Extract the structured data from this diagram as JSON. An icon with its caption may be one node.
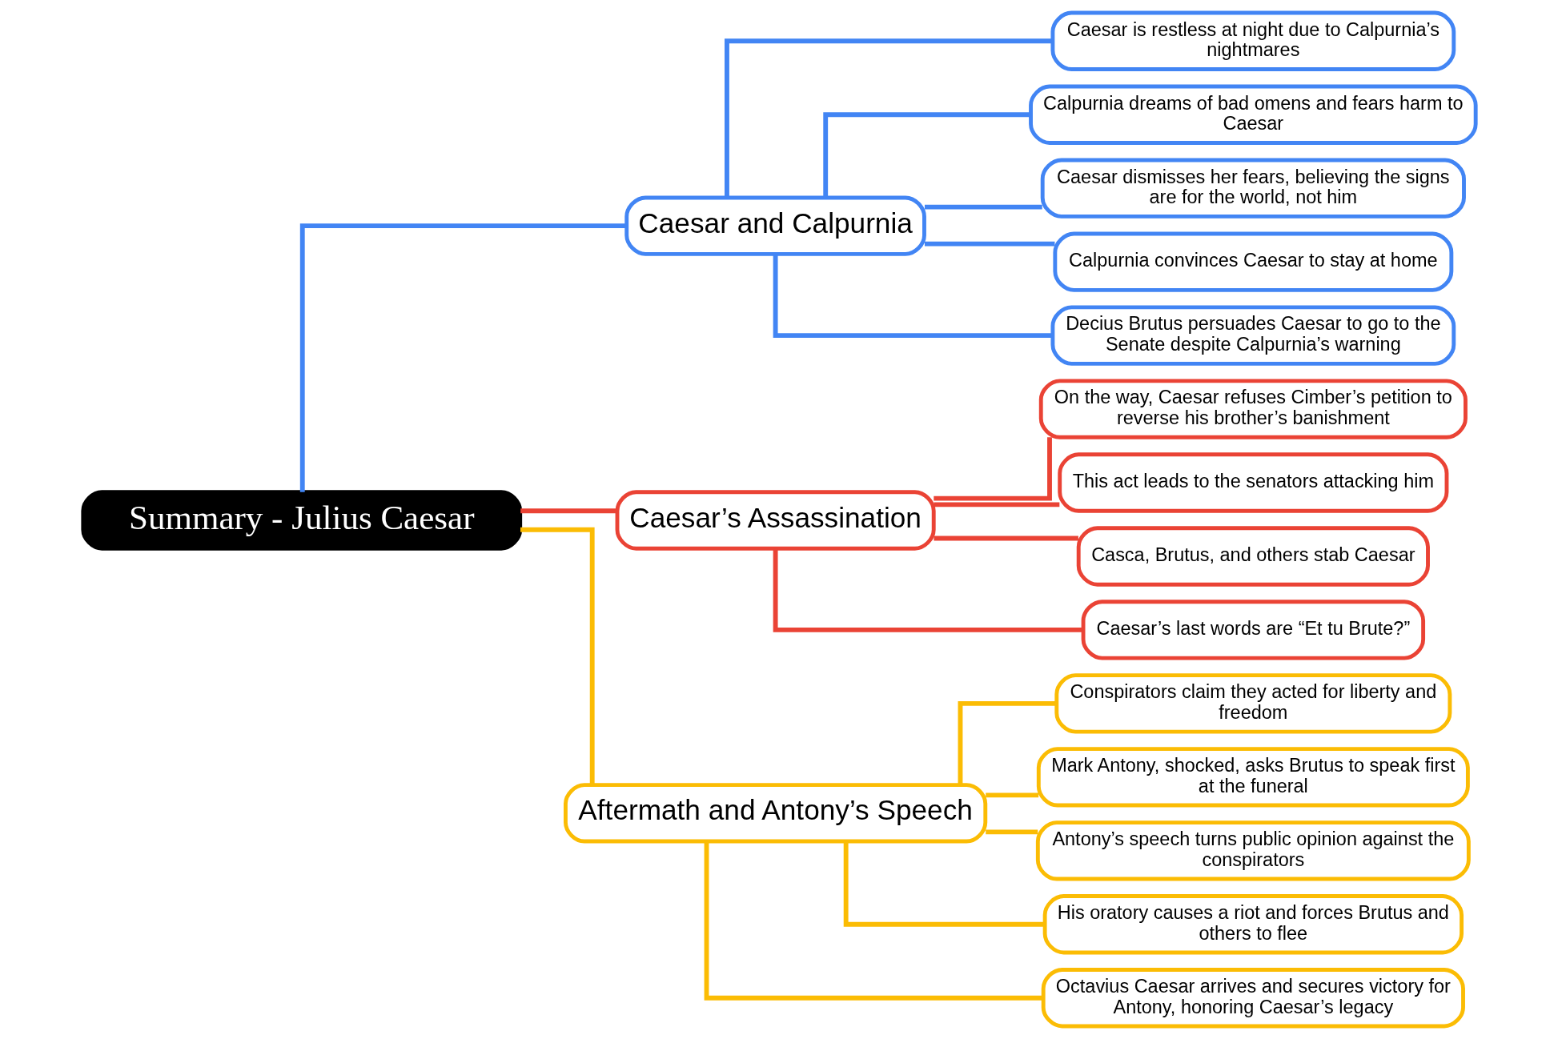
{
  "diagram": {
    "nodes": [
      {
        "text": [
          "Summary - Julius Caesar"
        ]
      },
      {
        "text": [
          "Caesar and Calpurnia"
        ]
      },
      {
        "text": [
          "Caesar is restless at night due to Calpurnia’s nightmares"
        ]
      },
      {
        "text": [
          "Calpurnia dreams of bad omens and fears harm to Caesar"
        ]
      },
      {
        "text": [
          "Caesar dismisses her fears, believing the signs are for the world, not him"
        ]
      },
      {
        "text": [
          "Calpurnia convinces Caesar to stay at home"
        ]
      },
      {
        "text": [
          "Decius Brutus persuades Caesar to go to the Senate despite Calpurnia’s warning"
        ]
      },
      {
        "text": [
          "Caesar’s Assassination"
        ]
      },
      {
        "text": [
          "On the way, Caesar refuses Cimber’s petition to reverse his brother’s banishment"
        ]
      },
      {
        "text": [
          "This act leads to the senators attacking him"
        ]
      },
      {
        "text": [
          "Casca, Brutus, and others stab Caesar"
        ]
      },
      {
        "text": [
          "Caesar’s last words are “Et tu Brute?”"
        ]
      },
      {
        "text": [
          "Aftermath and Antony’s Speech"
        ]
      },
      {
        "text": [
          "Conspirators claim they acted for liberty and freedom"
        ]
      },
      {
        "text": [
          "Mark Antony, shocked, asks Brutus to speak first at the funeral"
        ]
      },
      {
        "text": [
          "Antony’s speech turns public opinion against the conspirators"
        ]
      },
      {
        "text": [
          "His oratory causes a riot and forces Brutus and others to flee"
        ]
      },
      {
        "text": [
          "Octavius Caesar arrives and secures victory for Antony, honoring Caesar’s legacy"
        ]
      }
    ],
    "edges": [
      {
        "from": 0,
        "to": 1,
        "arrow": "none",
        "color": "#4285f4"
      },
      {
        "from": 1,
        "to": 2,
        "arrow": "none",
        "color": "#4285f4"
      },
      {
        "from": 1,
        "to": 3,
        "arrow": "none",
        "color": "#4285f4"
      },
      {
        "from": 1,
        "to": 4,
        "arrow": "none",
        "color": "#4285f4"
      },
      {
        "from": 1,
        "to": 5,
        "arrow": "none",
        "color": "#4285f4"
      },
      {
        "from": 1,
        "to": 6,
        "arrow": "none",
        "color": "#4285f4"
      },
      {
        "from": 0,
        "to": 7,
        "arrow": "none",
        "color": "#ea4335"
      },
      {
        "from": 7,
        "to": 8,
        "arrow": "none",
        "color": "#ea4335"
      },
      {
        "from": 7,
        "to": 9,
        "arrow": "none",
        "color": "#ea4335"
      },
      {
        "from": 7,
        "to": 10,
        "arrow": "none",
        "color": "#ea4335"
      },
      {
        "from": 7,
        "to": 11,
        "arrow": "none",
        "color": "#ea4335"
      },
      {
        "from": 0,
        "to": 12,
        "arrow": "none",
        "color": "#fbbc04"
      },
      {
        "from": 12,
        "to": 13,
        "arrow": "none",
        "color": "#fbbc04"
      },
      {
        "from": 12,
        "to": 14,
        "arrow": "none",
        "color": "#fbbc04"
      },
      {
        "from": 12,
        "to": 15,
        "arrow": "none",
        "color": "#fbbc04"
      },
      {
        "from": 12,
        "to": 16,
        "arrow": "none",
        "color": "#fbbc04"
      },
      {
        "from": 12,
        "to": 17,
        "arrow": "none",
        "color": "#fbbc04"
      }
    ]
  }
}
